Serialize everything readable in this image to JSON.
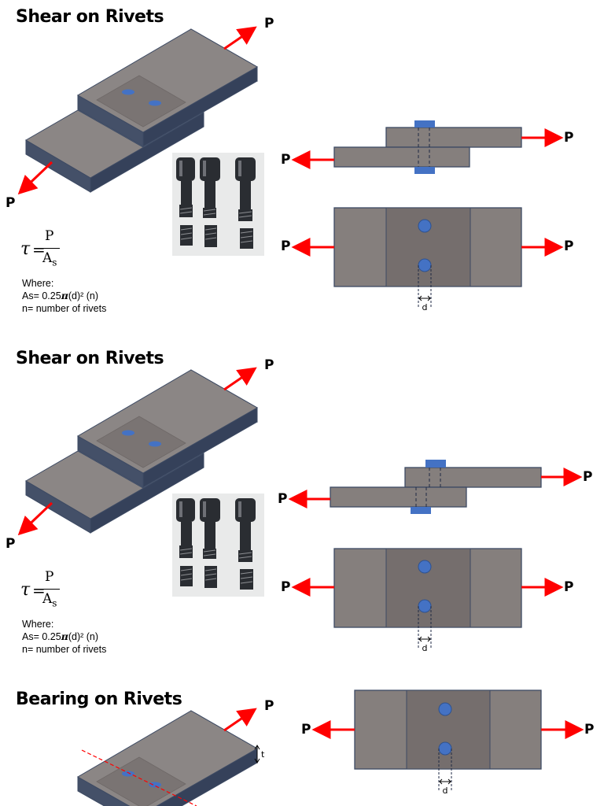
{
  "sections": [
    {
      "title": "Shear on Rivets",
      "formula": {
        "tau": "τ",
        "equals": "=",
        "numerator": "P",
        "denominator": "A",
        "denominator_sub": "s"
      },
      "notes": {
        "where": "Where:",
        "as_prefix": "As= 0.25",
        "pi": "π",
        "as_suffix": "(d)² (n)",
        "n_def": "n= number of rivets"
      }
    },
    {
      "title": "Shear on Rivets",
      "formula": {
        "tau": "τ",
        "equals": "=",
        "numerator": "P",
        "denominator": "A",
        "denominator_sub": "s"
      },
      "notes": {
        "where": "Where:",
        "as_prefix": "As= 0.25",
        "pi": "π",
        "as_suffix": "(d)² (n)",
        "n_def": "n= number of rivets"
      }
    },
    {
      "title": "Bearing on Rivets",
      "thickness_label": "t"
    }
  ],
  "load_label": "P",
  "diameter_label": "d",
  "colors": {
    "plate_top": "#8b8685",
    "plate_side": "#445068",
    "plate_front": "#35415a",
    "plate_flat": "#857f7d",
    "overlap": "#756e6d",
    "rivet": "#4472c4",
    "arrow": "#ff0000",
    "outline": "#3d4a63"
  },
  "icons": [
    "rivet-photo-icon",
    "arrow-icon"
  ]
}
